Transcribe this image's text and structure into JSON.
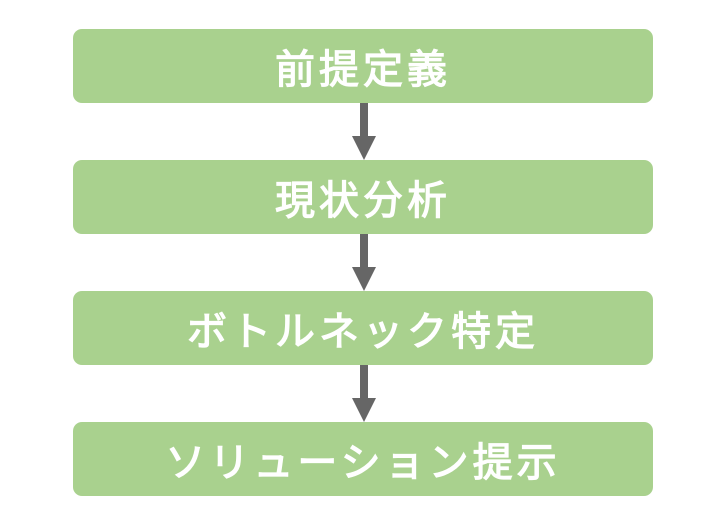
{
  "flow": {
    "steps": [
      {
        "label": "前提定義"
      },
      {
        "label": "現状分析"
      },
      {
        "label": "ボトルネック特定"
      },
      {
        "label": "ソリューション提示"
      }
    ]
  },
  "colors": {
    "step_fill": "#a9d18e",
    "step_text": "#ffffff",
    "arrow": "#666666",
    "background": "#ffffff"
  }
}
